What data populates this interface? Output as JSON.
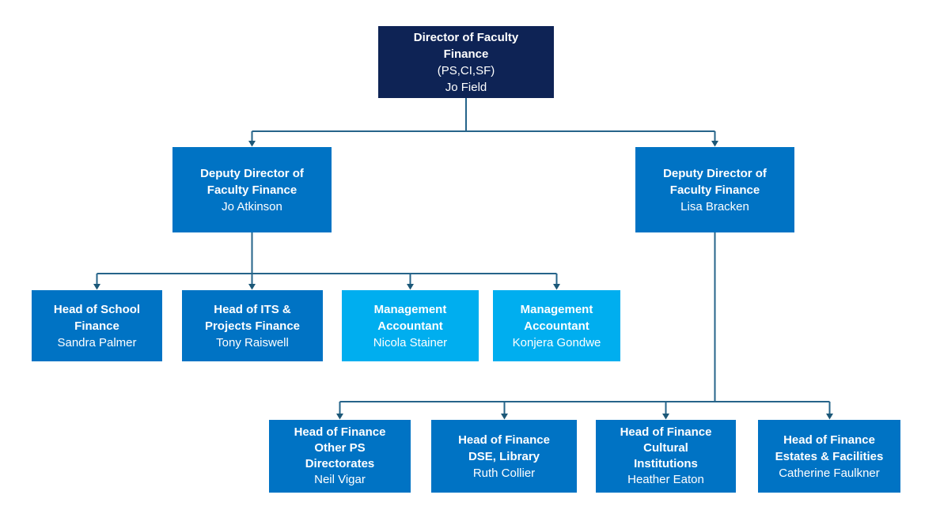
{
  "colors": {
    "navy": "#0E2355",
    "blue": "#0073C4",
    "light_blue": "#00AEEF",
    "line": "#26648A",
    "arrow": "#1C5878",
    "text": "#FFFFFF",
    "bg": "#FFFFFF"
  },
  "nodes": {
    "director": {
      "title": "Director of Faculty\nFinance",
      "subtitle": "(PS,CI,SF)",
      "person": "Jo Field"
    },
    "deputy_left": {
      "title": "Deputy Director of\nFaculty Finance",
      "person": "Jo Atkinson"
    },
    "deputy_right": {
      "title": "Deputy Director of\nFaculty Finance",
      "person": "Lisa Bracken"
    },
    "head_school_finance": {
      "title": "Head of School\nFinance",
      "person": "Sandra Palmer"
    },
    "head_its_projects_finance": {
      "title": "Head of ITS &\nProjects Finance",
      "person": "Tony Raiswell"
    },
    "management_accountant_1": {
      "title": "Management\nAccountant",
      "person": "Nicola Stainer"
    },
    "management_accountant_2": {
      "title": "Management\nAccountant",
      "person": "Konjera Gondwe"
    },
    "head_finance_other_ps": {
      "title": "Head of Finance\nOther PS\nDirectorates",
      "person": "Neil Vigar"
    },
    "head_finance_dse_library": {
      "title": "Head of Finance\nDSE, Library",
      "person": "Ruth Collier"
    },
    "head_finance_cultural": {
      "title": "Head of Finance\nCultural\nInstitutions",
      "person": "Heather Eaton"
    },
    "head_finance_estates": {
      "title": "Head of Finance\nEstates & Facilities",
      "person": "Catherine Faulkner"
    }
  }
}
